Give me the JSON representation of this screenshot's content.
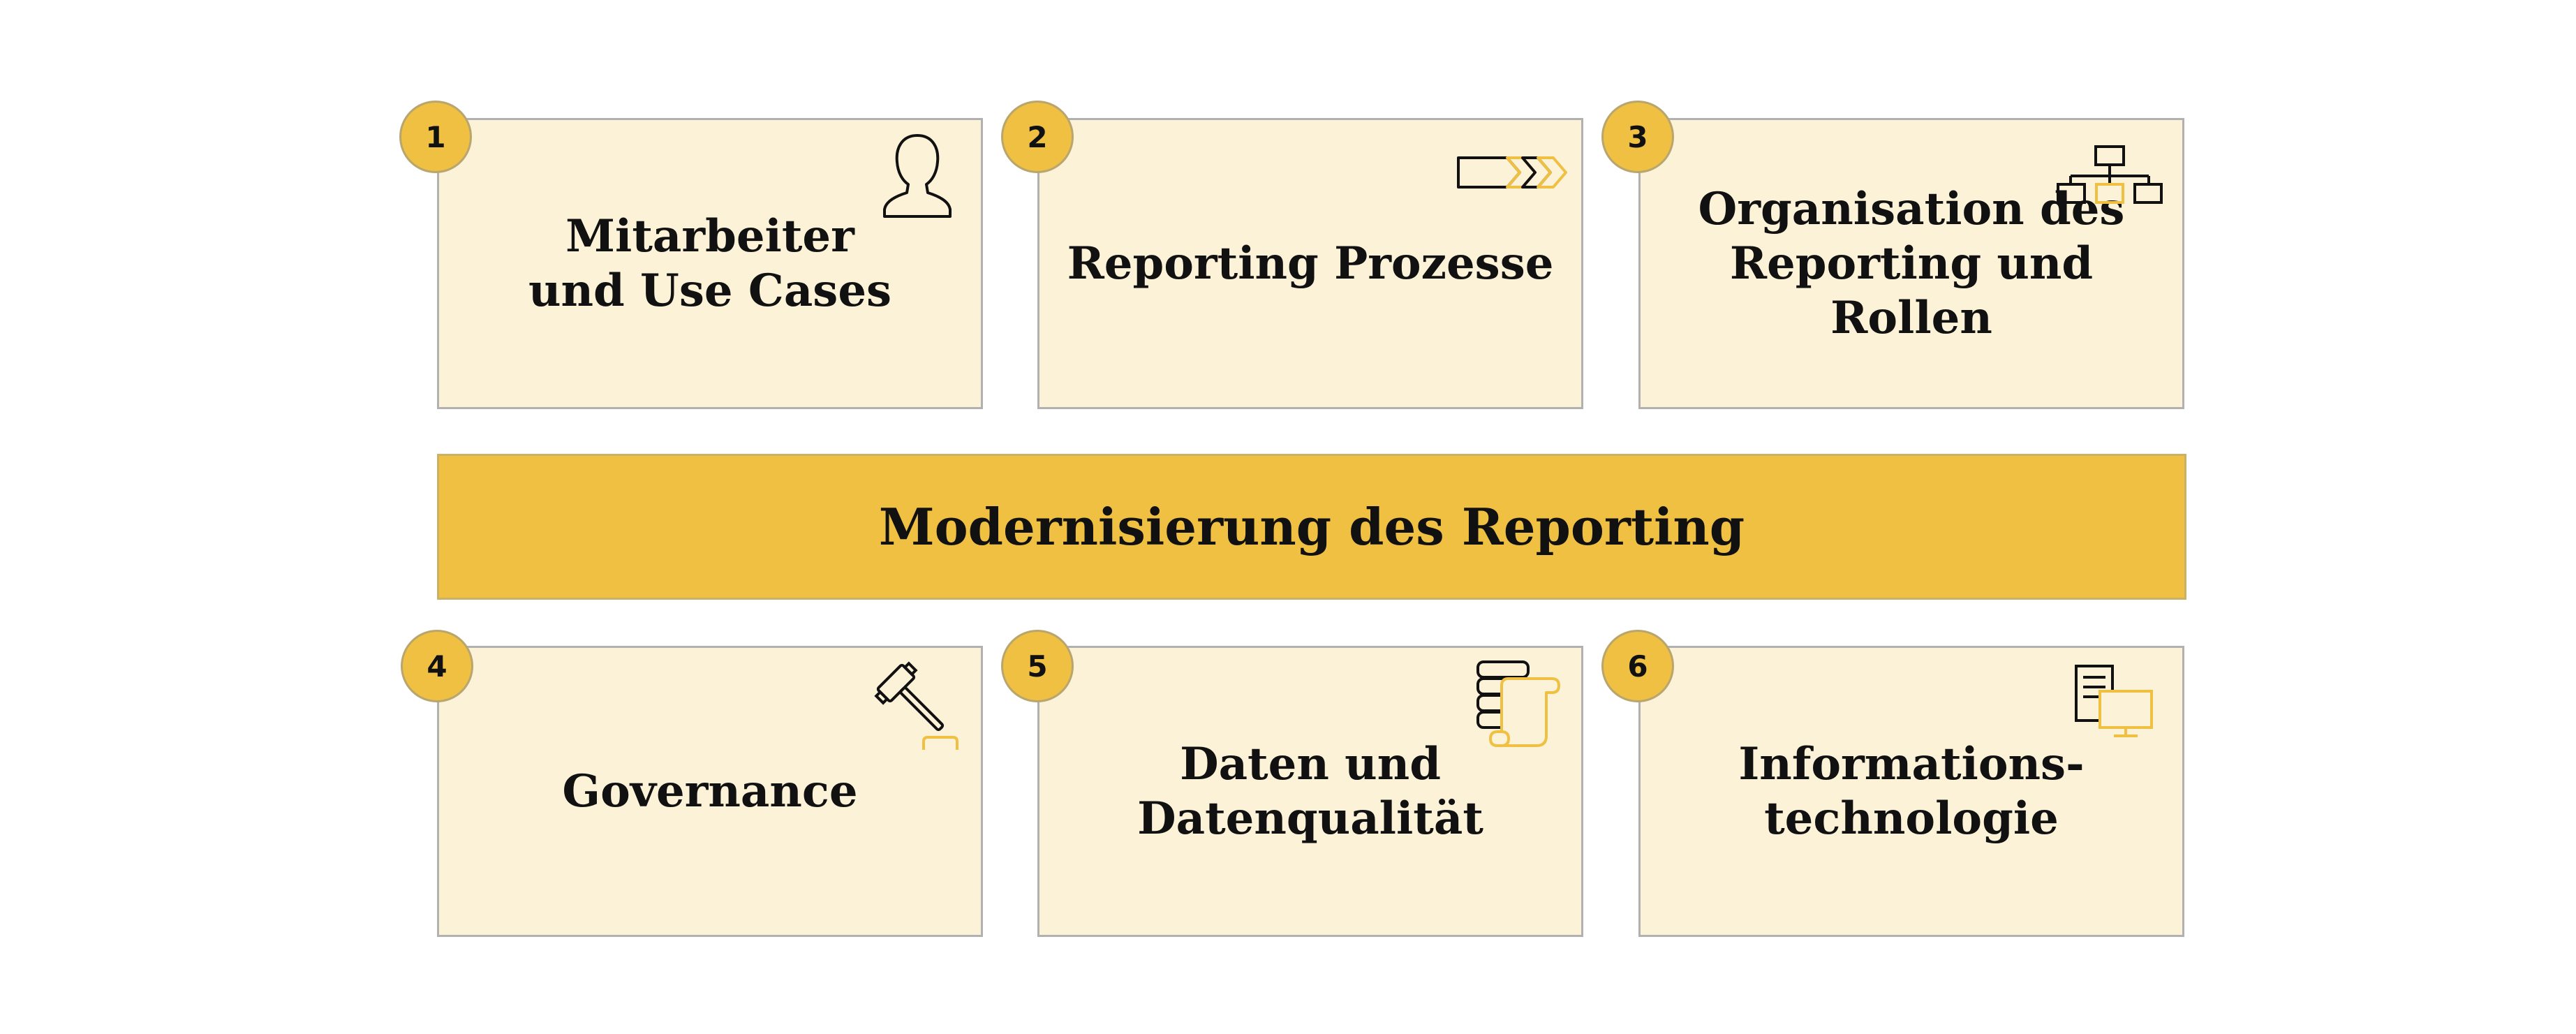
{
  "banner": {
    "title": "Modernisierung des Reporting"
  },
  "cards": [
    {
      "number": "1",
      "title": "Mitarbeiter\nund Use Cases",
      "icon": "person-icon"
    },
    {
      "number": "2",
      "title": "Reporting Prozesse",
      "icon": "process-chevrons-icon"
    },
    {
      "number": "3",
      "title": "Organisation des\nReporting und Rollen",
      "icon": "org-chart-icon"
    },
    {
      "number": "4",
      "title": "Governance",
      "icon": "gavel-icon"
    },
    {
      "number": "5",
      "title": "Daten und\nDatenqualität",
      "icon": "database-scroll-icon"
    },
    {
      "number": "6",
      "title": "Informations-\ntechnologie",
      "icon": "server-monitor-icon"
    }
  ],
  "colors": {
    "accent": "#efc042",
    "card_background": "#fcf2d8",
    "border": "#b1b1b1",
    "text": "#111111"
  }
}
